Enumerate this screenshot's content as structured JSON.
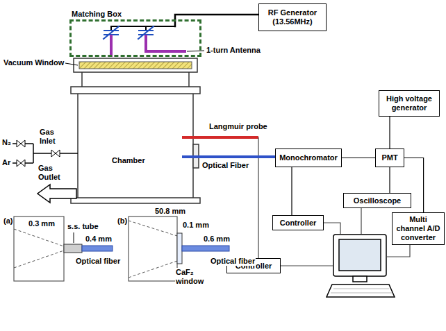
{
  "diagram": {
    "nodes": [
      {
        "text": [
          "RF Generator (13.56MHz)"
        ]
      },
      {
        "text": [
          "Matching Box"
        ]
      },
      {
        "text": [
          "High voltage generator"
        ]
      },
      {
        "text": [
          "Monochromator"
        ]
      },
      {
        "text": [
          "PMT"
        ]
      },
      {
        "text": [
          "Oscilloscope"
        ]
      },
      {
        "text": [
          "Controller"
        ]
      },
      {
        "text": [
          "Multi channel A/D converter"
        ]
      },
      {
        "text": [
          "Controller"
        ]
      }
    ],
    "edges": [
      {
        "from": 0,
        "to": 1,
        "arrow": "none"
      },
      {
        "from": 3,
        "to": 4,
        "arrow": "none"
      },
      {
        "from": 4,
        "to": 2,
        "arrow": "none"
      },
      {
        "from": 3,
        "to": 6,
        "arrow": "none"
      },
      {
        "from": 4,
        "to": 5,
        "arrow": "none"
      },
      {
        "from": 4,
        "to": 7,
        "arrow": "none"
      }
    ],
    "labels": [
      "Vacuum Window",
      "1-turn Antenna",
      "Langmuir probe",
      "N₂",
      "Ar",
      "Gas Inlet",
      "Gas Outlet",
      "Chamber",
      "Optical Fiber",
      "(a)",
      "0.3 mm",
      "s.s. tube",
      "0.4 mm",
      "Optical fiber",
      "(b)",
      "50.8 mm",
      "0.1 mm",
      "0.6 mm",
      "CaF₂ window",
      "Optical fiber"
    ]
  }
}
